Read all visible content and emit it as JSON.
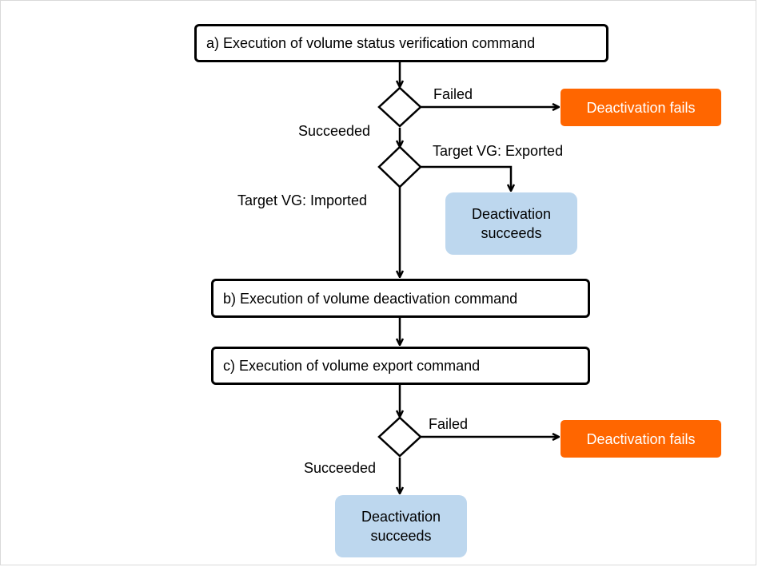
{
  "steps": {
    "a": "a) Execution of volume  status verification command",
    "b": "b) Execution of volume  deactivation command",
    "c": "c) Execution of volume  export command"
  },
  "outcomes": {
    "fail_label": "Deactivation fails",
    "success_line1": "Deactivation",
    "success_line2": "succeeds"
  },
  "branches": {
    "failed": "Failed",
    "succeeded": "Succeeded",
    "target_exported": "Target VG:  Exported",
    "target_imported": "Target VG:  Imported"
  },
  "colors": {
    "fail_fill": "#ff6600",
    "success_fill": "#bdd7ee",
    "line": "#000000"
  }
}
